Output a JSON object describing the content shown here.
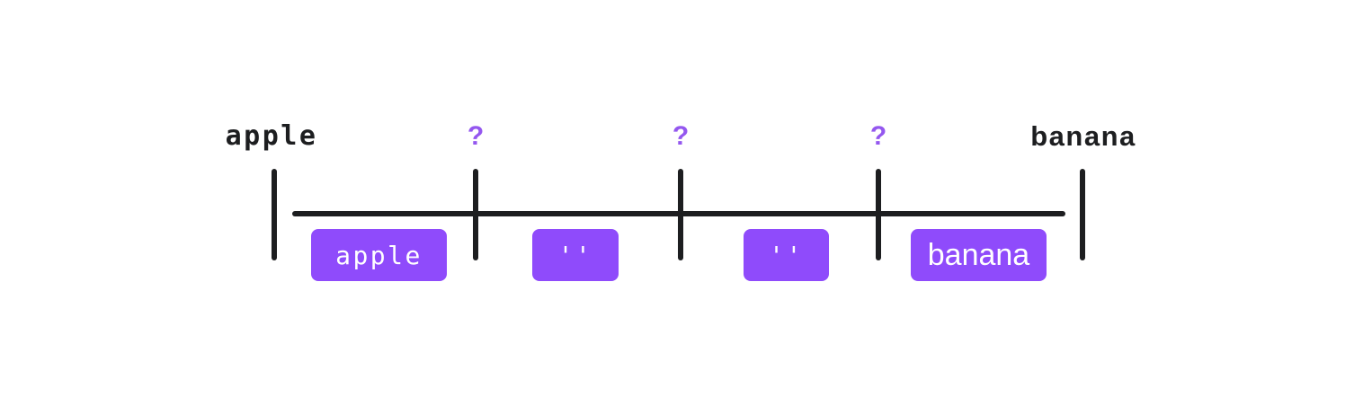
{
  "diagram": {
    "colors": {
      "background": "#ffffff",
      "stroke": "#1d1e20",
      "text": "#1d1e20",
      "accent": "#8f4bfb",
      "question": "#9457ef",
      "box_text": "#ffffff"
    },
    "ticks": [
      {
        "label": "apple"
      },
      {
        "label": "?"
      },
      {
        "label": "?"
      },
      {
        "label": "?"
      },
      {
        "label": "banana"
      }
    ],
    "segments": [
      {
        "label": "apple"
      },
      {
        "label": "''"
      },
      {
        "label": "''"
      },
      {
        "label": "banana"
      }
    ]
  }
}
